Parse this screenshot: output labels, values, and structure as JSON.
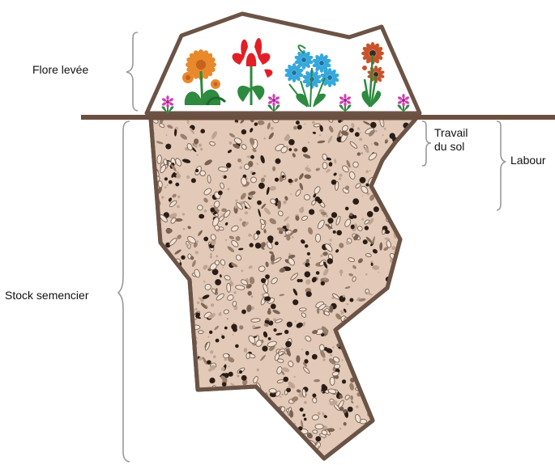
{
  "labels": {
    "flore_levee": "Flore levée",
    "travail_du_sol": [
      "Travail",
      "du sol"
    ],
    "labour": "Labour",
    "stock_semencier": "Stock semencier"
  },
  "colors": {
    "ground_line": "#6b4f3f",
    "outline": "#6b5346",
    "soil_fill": "#e3cab8",
    "brace": "#999999",
    "pebble_dark": "#2a1d17",
    "pebble_mid": "#7b6253",
    "pebble_light": "#bfa493",
    "seed_fill": "#efe3d6",
    "flower_orange": "#e8892c",
    "flower_red": "#e21f26",
    "flower_blue": "#35a8dc",
    "flower_rust": "#c8532a",
    "flower_pink": "#d23fb4",
    "leaf_green": "#2d8a3e"
  },
  "icons": [
    "orange-daisy-icon",
    "red-lily-icon",
    "blue-flowers-icon",
    "coneflower-icon",
    "small-pink-flower-icon"
  ]
}
